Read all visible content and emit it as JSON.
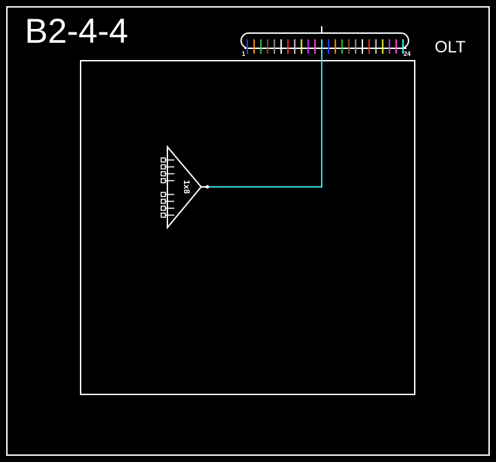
{
  "title": "B2-4-4",
  "olt_label": "OLT",
  "fiber_strip": {
    "start_label": "1",
    "end_label": "24",
    "fiber_colors": [
      "#2b3fff",
      "#ff8c1a",
      "#2ecc40",
      "#8b5a2b",
      "#9a9a9a",
      "#ffffff",
      "#ff2a2a",
      "#cfcfcf",
      "#ffff33",
      "#c040ff",
      "#ff4fd8",
      "#33ffff",
      "#2b3fff",
      "#ff8c1a",
      "#2ecc40",
      "#8b5a2b",
      "#9a9a9a",
      "#ffffff",
      "#ff2a2a",
      "#cfcfcf",
      "#ffff33",
      "#c040ff",
      "#ff4fd8",
      "#33ffff"
    ]
  },
  "splitter": {
    "label": "1x8",
    "outputs": 8
  },
  "colors": {
    "background": "#000000",
    "line": "#ffffff",
    "cable": "#33e0e6"
  }
}
